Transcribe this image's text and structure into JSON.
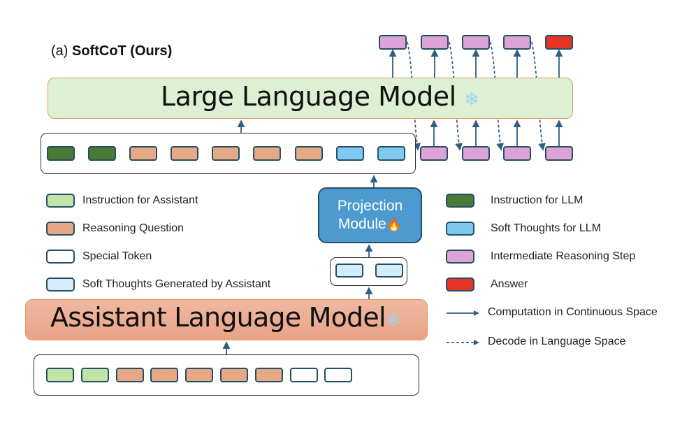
{
  "title": {
    "prefix": "(a) ",
    "name": "SoftCoT (Ours)"
  },
  "llm": {
    "label": "Large Language Model",
    "status_icon": "snowflake-icon",
    "glyph": "❄"
  },
  "assistant": {
    "label": "Assistant Language Model",
    "status_icon": "snowflake-icon",
    "glyph": "❄"
  },
  "projection": {
    "line1": "Projection",
    "line2": "Module",
    "status_icon": "fire-icon",
    "glyph": "🔥"
  },
  "llm_input_tokens": [
    "instruction-llm",
    "instruction-llm",
    "reasoning-question",
    "reasoning-question",
    "reasoning-question",
    "reasoning-question",
    "reasoning-question",
    "soft-thought-llm",
    "soft-thought-llm"
  ],
  "assistant_input_tokens": [
    "instruction-assistant",
    "instruction-assistant",
    "reasoning-question",
    "reasoning-question",
    "reasoning-question",
    "reasoning-question",
    "reasoning-question",
    "special-token",
    "special-token"
  ],
  "assistant_output_tokens": [
    "soft-thought-assistant",
    "soft-thought-assistant"
  ],
  "llm_output_tokens": [
    "intermediate-step",
    "intermediate-step",
    "intermediate-step",
    "intermediate-step",
    "answer"
  ],
  "llm_feedback_tokens": [
    "intermediate-step",
    "intermediate-step",
    "intermediate-step",
    "intermediate-step"
  ],
  "legend_left": [
    {
      "label": "Instruction for Assistant",
      "color": "#c2e5a7"
    },
    {
      "label": "Reasoning Question",
      "color": "#e6a986"
    },
    {
      "label": "Special Token",
      "color": "#ffffff"
    },
    {
      "label": "Soft Thoughts Generated by Assistant",
      "color": "#d5ecfa"
    }
  ],
  "legend_right": [
    {
      "label": "Instruction for LLM",
      "color": "#4a7a33"
    },
    {
      "label": "Soft Thoughts for LLM",
      "color": "#7fc8ef"
    },
    {
      "label": "Intermediate Reasoning Step",
      "color": "#dda3d6"
    },
    {
      "label": "Answer",
      "color": "#e53424"
    }
  ],
  "legend_arrows": [
    {
      "label": "Computation in Continuous Space",
      "style": "solid"
    },
    {
      "label": "Decode in Language Space",
      "style": "dashed"
    }
  ],
  "colors": {
    "arrow": "#2f5f80",
    "token_border": "#264e66",
    "llm_fill": "#ddf0d3",
    "assistant_fill": "#e7a386",
    "projection_fill": "#4b9ad0",
    "model_border": "#e39a63"
  }
}
